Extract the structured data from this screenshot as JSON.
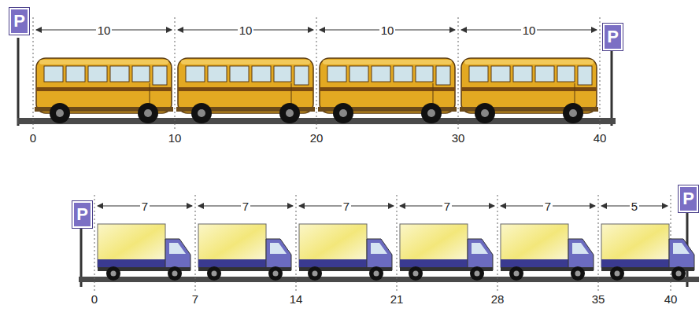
{
  "diagram": {
    "nodes": [
      {
        "text": [
          "P"
        ]
      },
      {
        "text": [
          "P"
        ]
      },
      {
        "text": [
          "P"
        ]
      },
      {
        "text": [
          "P"
        ]
      }
    ],
    "labels": [
      "10",
      "10",
      "10",
      "10",
      "0",
      "10",
      "20",
      "30",
      "40",
      "7",
      "7",
      "7",
      "7",
      "7",
      "5",
      "0",
      "7",
      "14",
      "21",
      "28",
      "35",
      "40"
    ]
  }
}
